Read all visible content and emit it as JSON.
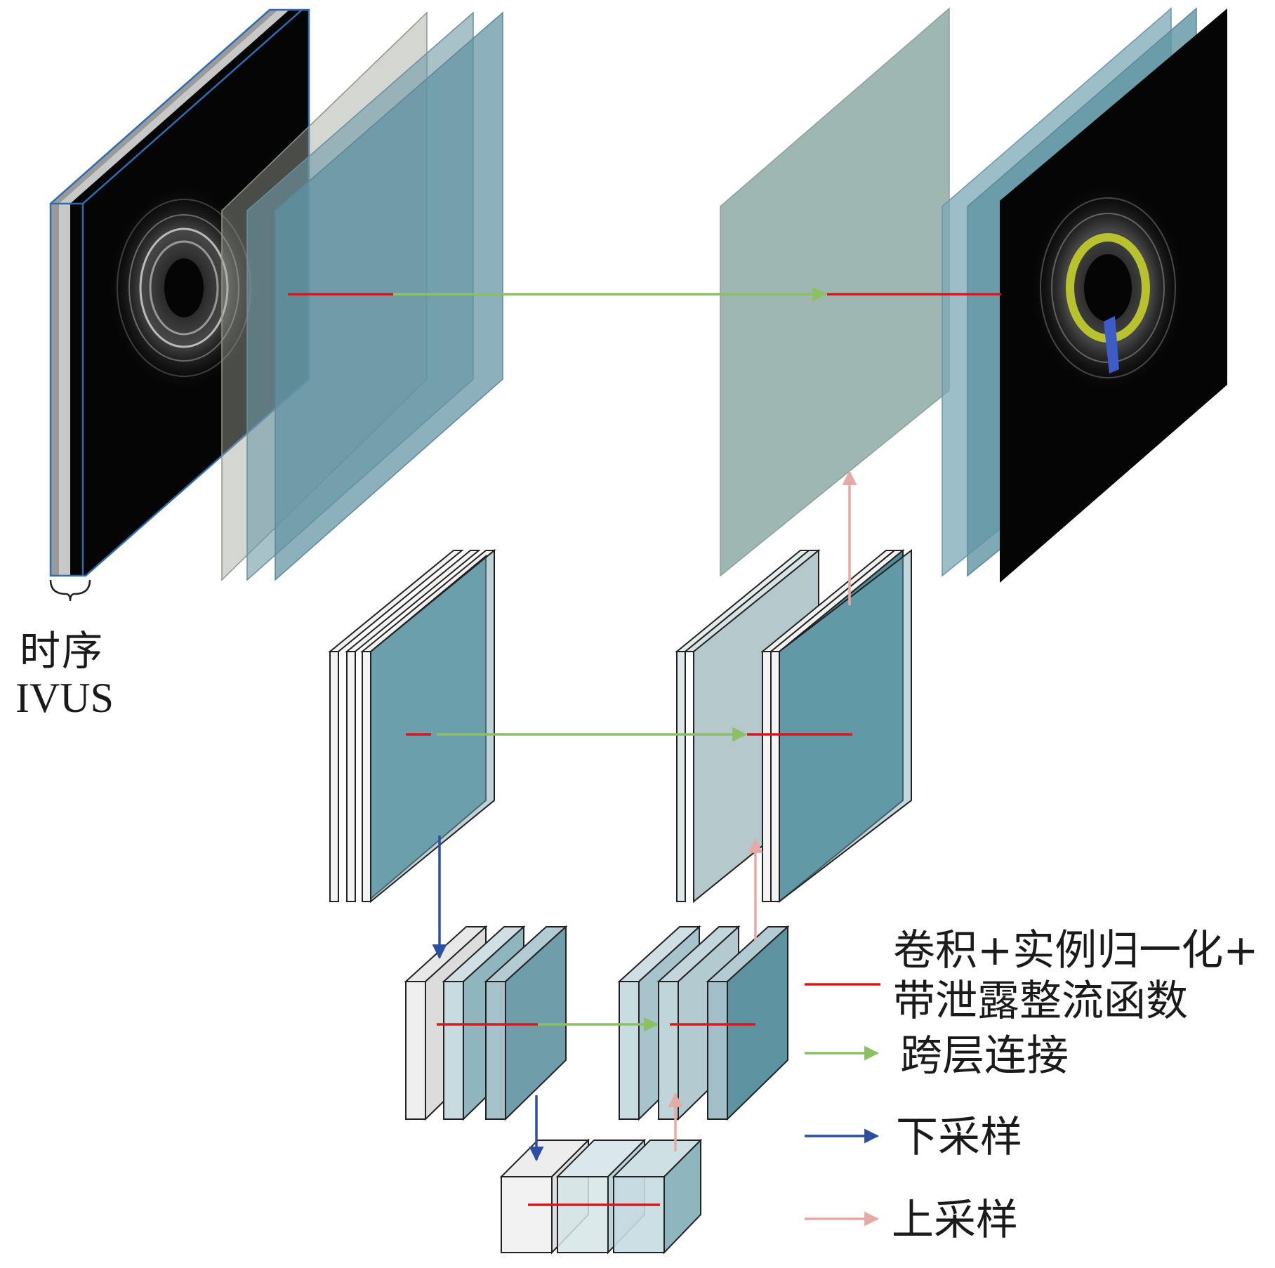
{
  "labels": {
    "input_cn": "时序",
    "input_en": "IVUS"
  },
  "legend": {
    "conv": {
      "line1": "卷积+实例归一化+",
      "line2": "带泄露整流函数",
      "color": "#d7191c"
    },
    "skip": {
      "label": "跨层连接",
      "color": "#8cc063"
    },
    "down": {
      "label": "下采样",
      "color": "#2b4fa3"
    },
    "up": {
      "label": "上采样",
      "color": "#e5aaa5"
    }
  },
  "colors": {
    "teal_dark": "#4f8d9c",
    "teal_mid": "#7aa8b5",
    "teal_light": "#a9c8d1",
    "gray_green": "#9fb7b2",
    "block_light": "#e8edef",
    "red": "#d7191c",
    "green": "#8cc063",
    "blue": "#2b4fa3",
    "pink": "#e5aaa5",
    "ring_yellow": "#b8c12e",
    "plaque_blue": "#3e5cc8"
  },
  "icons": {
    "brace": "curly-brace-icon"
  }
}
